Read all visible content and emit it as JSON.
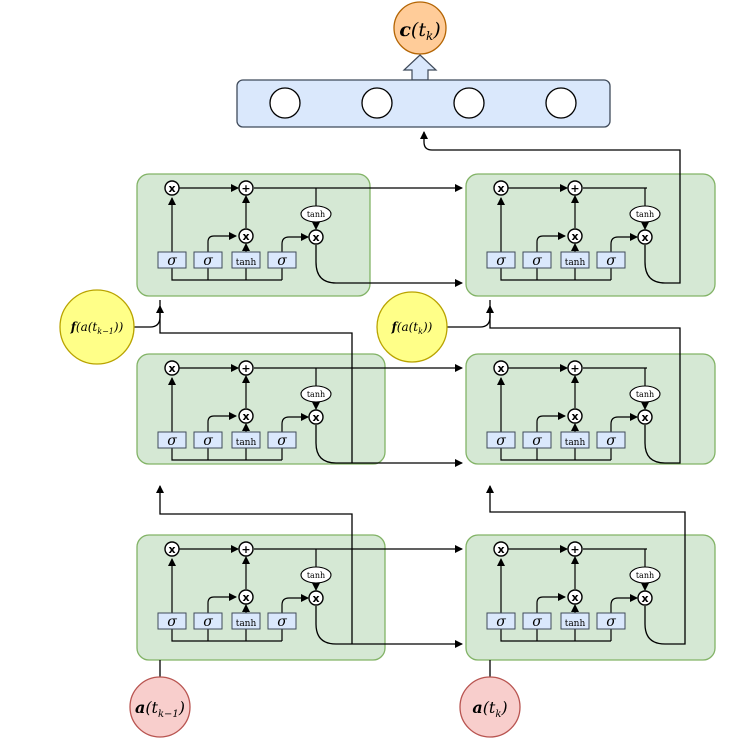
{
  "output_node": {
    "label_base": "c",
    "label_sub": "k"
  },
  "state_nodes": [
    {
      "label_base": "f",
      "inner": "a(t",
      "sub": "k−1",
      "close": "))"
    },
    {
      "label_base": "f",
      "inner": "a(t",
      "sub": "k",
      "close": "))"
    }
  ],
  "input_nodes": [
    {
      "label_base": "a",
      "sub": "k−1"
    },
    {
      "label_base": "a",
      "sub": "k"
    }
  ],
  "cell_labels": {
    "sigma": "σ",
    "tanh": "tanh",
    "multiply": "x",
    "add": "+"
  },
  "output_layer": {
    "neurons": 4
  },
  "colors": {
    "cell_fill": "#d5e8d4",
    "cell_stroke": "#82b366",
    "output_fill": "#ffcc99",
    "output_stroke": "#b46504",
    "state_fill": "#ffff88",
    "state_stroke": "#b9a300",
    "input_fill": "#f8cecc",
    "input_stroke": "#b85450",
    "layer_fill": "#dae8fc",
    "layer_stroke": "#3f4a5a"
  }
}
